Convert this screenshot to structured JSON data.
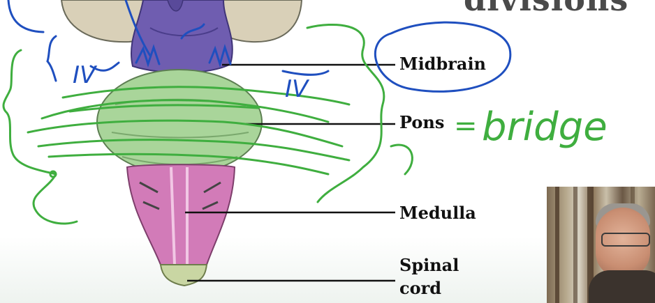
{
  "slide": {
    "title_fragment": "divisions",
    "labels": {
      "midbrain": "Midbrain",
      "pons": "Pons",
      "medulla": "Medulla",
      "spinal_cord_line1": "Spinal",
      "spinal_cord_line2": "cord"
    }
  },
  "annotations": {
    "pons_equals": "=",
    "pons_meaning": "bridge",
    "roman_left": "IV",
    "roman_right": "IV"
  },
  "colors": {
    "annotation_green": "#3fae3f",
    "annotation_blue": "#1f4fbf",
    "midbrain_purple": "#6f5db0",
    "pons_green": "#9fcf8f",
    "medulla_pink": "#d27bb8"
  }
}
